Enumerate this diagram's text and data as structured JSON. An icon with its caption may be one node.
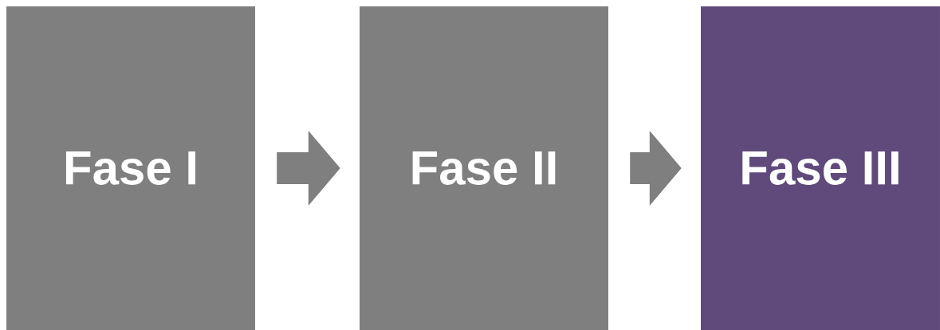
{
  "diagram": {
    "nodes": [
      {
        "text": [
          "Fase I"
        ]
      },
      {
        "text": [
          "Fase II"
        ]
      },
      {
        "text": [
          "Fase III"
        ]
      }
    ],
    "edges": [
      {
        "from": 0,
        "to": 1,
        "arrow": "to"
      },
      {
        "from": 1,
        "to": 2,
        "arrow": "to"
      }
    ]
  }
}
